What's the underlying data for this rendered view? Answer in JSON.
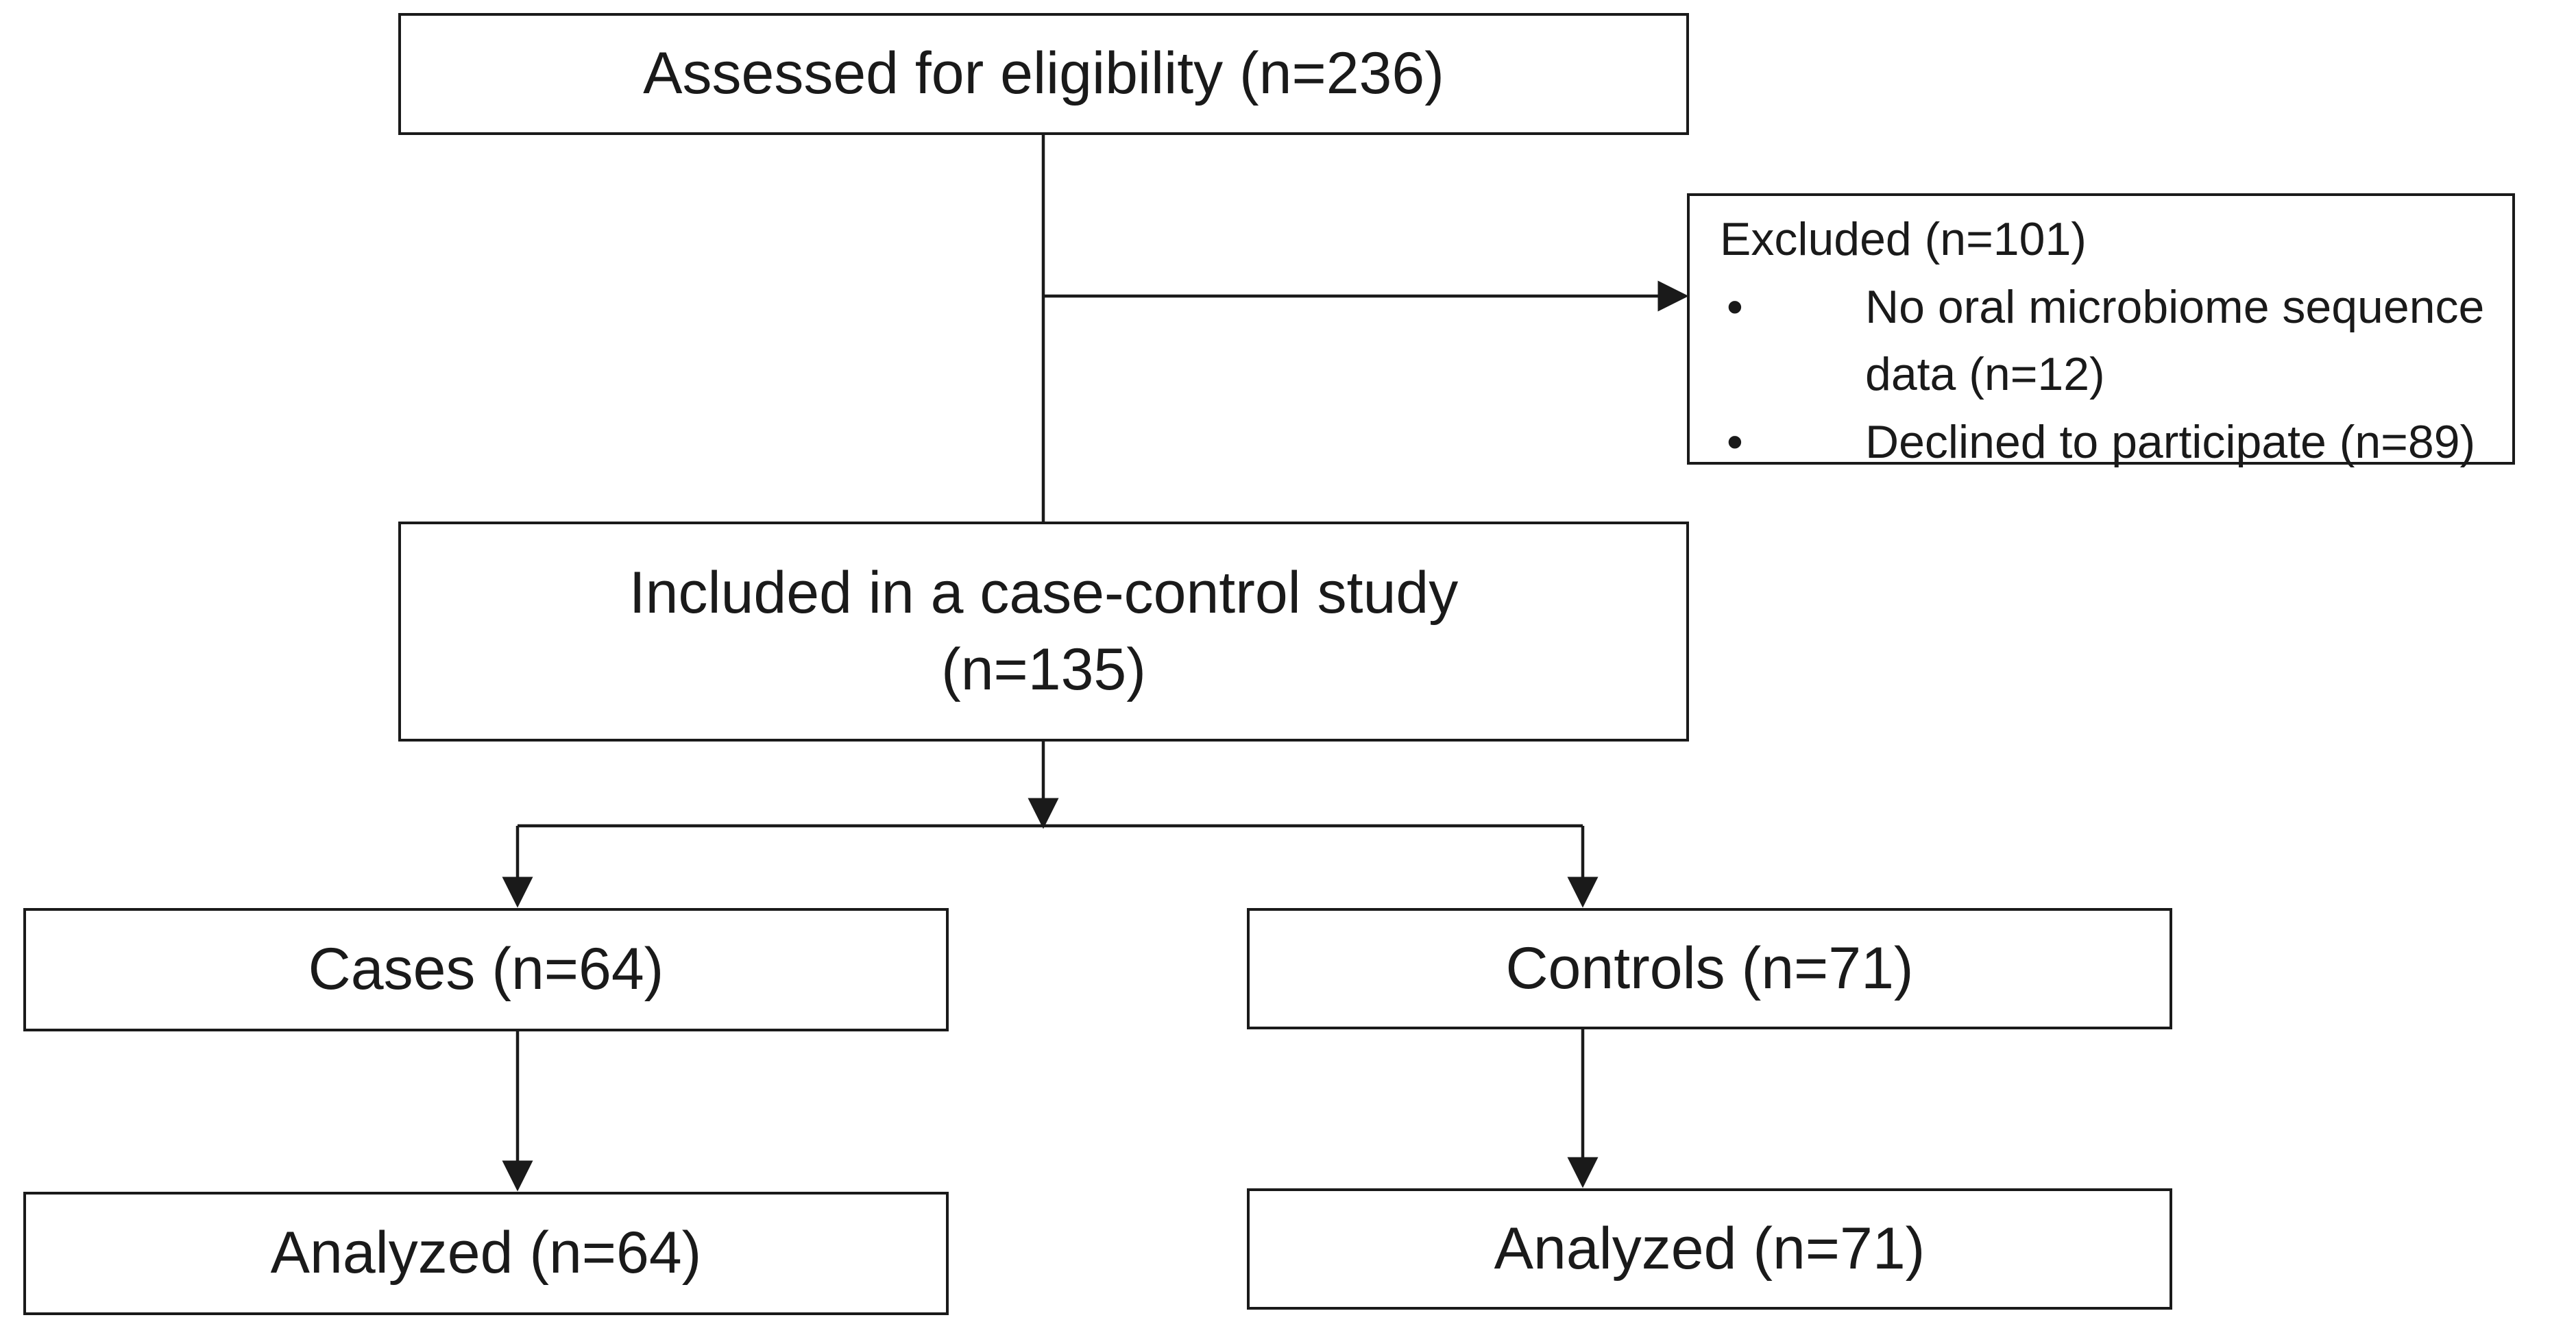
{
  "flowchart": {
    "assessed": "Assessed  for eligibility (n=236)",
    "excluded": {
      "heading": "Excluded (n=101)",
      "reasons": [
        "No oral microbiome  sequence data (n=12)",
        "Declined to participate (n=89)"
      ]
    },
    "included": {
      "line1": "Included in a case-control study",
      "line2": "(n=135)"
    },
    "cases": "Cases (n=64)",
    "controls": "Controls (n=71)",
    "analyzed_cases": "Analyzed (n=64)",
    "analyzed_controls": "Analyzed (n=71)"
  },
  "colors": {
    "line": "#1a1a1a",
    "background": "#ffffff"
  }
}
